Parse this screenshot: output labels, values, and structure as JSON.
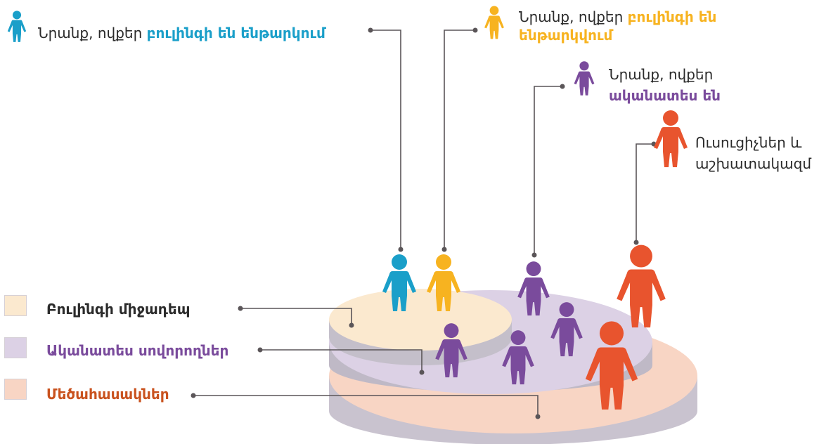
{
  "colors": {
    "blue": "#1a9fc9",
    "yellow": "#f7b320",
    "purple": "#7a4b9c",
    "orange": "#e8542e",
    "layer_top": "#fbe9cf",
    "layer_mid": "#dcd1e5",
    "layer_bottom": "#f8d5c4",
    "side": "#c5c0cc",
    "connector": "#5a5558"
  },
  "callouts": {
    "blue": {
      "prefix": "Նրանք, ովքեր ",
      "highlight": "բուլինգի են ենթարկում",
      "icon": "child-icon"
    },
    "yellow": {
      "prefix": "Նրանք, ովքեր ",
      "highlight_line1": "բուլինգի են",
      "highlight_line2": "ենթարկվում",
      "icon": "child-icon"
    },
    "purple": {
      "prefix": "Նրանք, ովքեր",
      "highlight": "ականատես են",
      "icon": "child-icon"
    },
    "orange": {
      "line1": "Ուսուցիչներ և",
      "line2": "աշխատակազմ",
      "icon": "adult-icon"
    }
  },
  "legend": [
    {
      "label": "Բուլինգի միջադեպ",
      "color": "#fbe9cf",
      "text_color": "#2b2b2b"
    },
    {
      "label": "Ականատես սովորողներ",
      "color": "#dcd1e5",
      "text_color": "#7a4b9c"
    },
    {
      "label": "Մեծահասակներ",
      "color": "#f8d5c4",
      "text_color": "#c9521e"
    }
  ]
}
